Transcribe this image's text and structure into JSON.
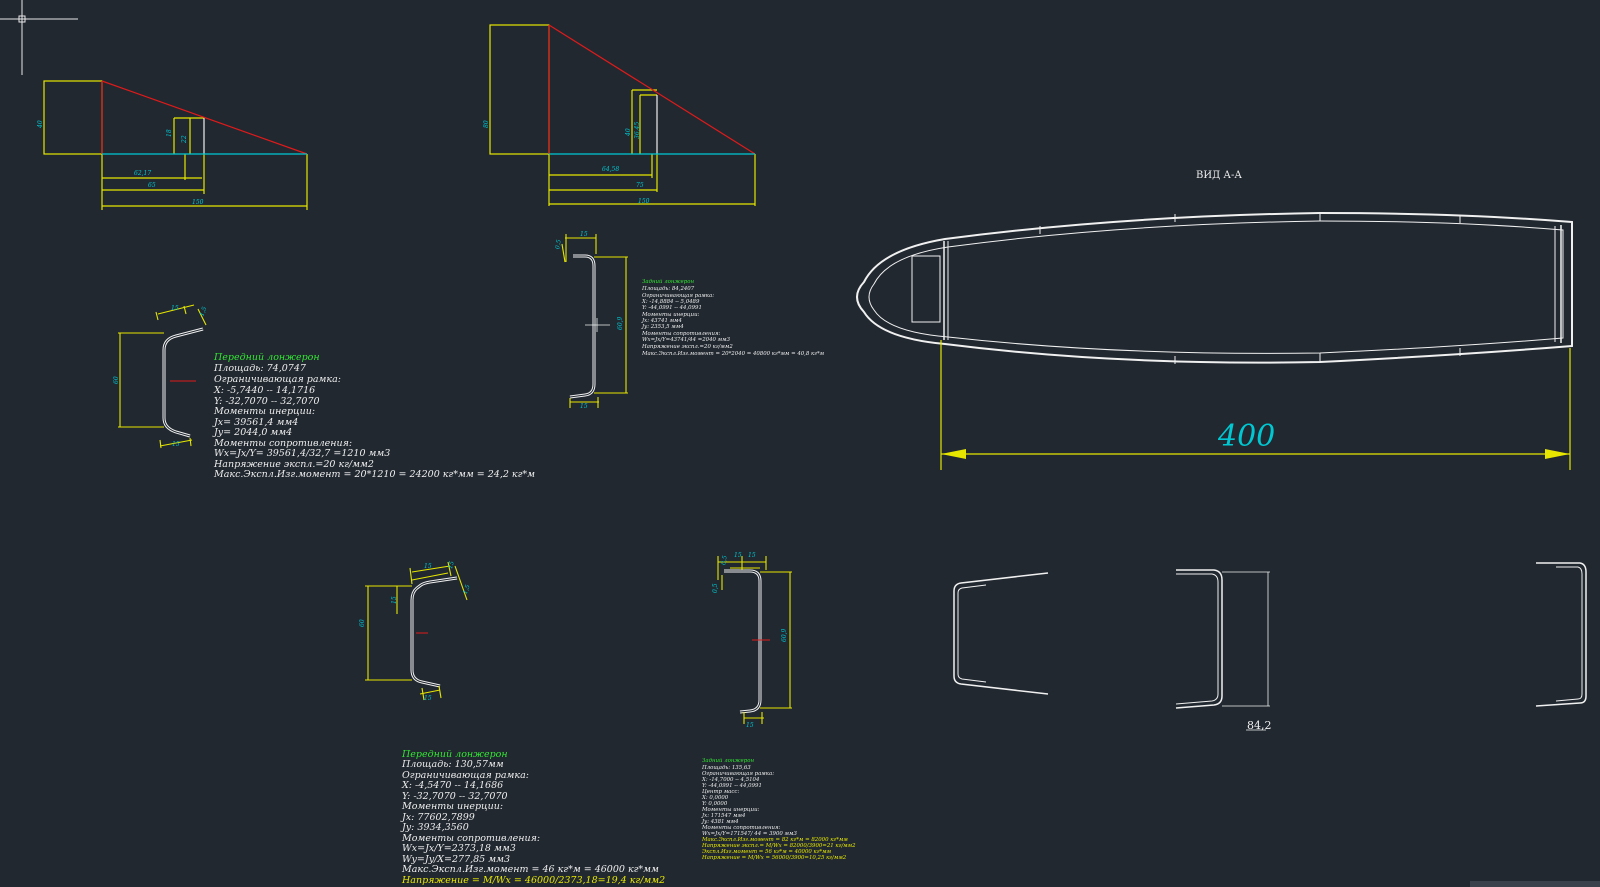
{
  "colors": {
    "background": "#212830",
    "dim_yellow": "#e6e600",
    "red": "#e01a1a",
    "cyan": "#00c8d2",
    "white": "#f0f0f0",
    "green": "#33e633",
    "text_white": "#eeeeee",
    "text_yellow": "#e8e800"
  },
  "cursor": {
    "icon": "crosshair-cursor-icon"
  },
  "diagram1": {
    "dim_height": "40",
    "dim_inner_a": "18",
    "dim_inner_b": "22",
    "dim_x1": "62,17",
    "dim_x2": "65",
    "dim_total": "150"
  },
  "diagram2": {
    "dim_height": "80",
    "dim_inner_a": "40",
    "dim_inner_b": "36,45",
    "dim_x1": "64,58",
    "dim_x2": "75",
    "dim_total": "150"
  },
  "view_label": "ВИД А-А",
  "main_dimension": "400",
  "bottom_dimension": "84,2",
  "profile1": {
    "dim_top": "15",
    "dim_corner": "1,5",
    "dim_height": "60",
    "dim_bottom": "15"
  },
  "profile2": {
    "dim_top_a": "0,5",
    "dim_top_b": "15",
    "dim_height": "60,9",
    "dim_bottom": "15"
  },
  "profile3": {
    "dim_top_a": "15",
    "dim_top_b": "15",
    "dim_corner": "1,5",
    "dim_height": "60",
    "dim_inner": "15",
    "dim_bottom": "15"
  },
  "profile4": {
    "dim_top_a": "0,5",
    "dim_top_b": "15",
    "dim_top_c": "15",
    "dim_side": "0,5",
    "dim_height": "60,9",
    "dim_bottom": "15"
  },
  "note1": {
    "title": "Передний лонжерон",
    "lines": [
      "Площадь: 74,0747",
      "Ограничивающая рамка:",
      "X: -5,7440  --  14,1716",
      "Y: -32,7070  --  32,7070",
      "Моменты инерции:",
      "Jx= 39561,4 мм4",
      "Jy= 2044,0 мм4",
      "Моменты сопротивления:",
      "Wx=Jx/Y= 39561,4/32,7 =1210 мм3",
      "Напряжение экспл.=20 кг/мм2",
      "Макс.Экспл.Изг.момент = 20*1210 = 24200 кг*мм = 24,2 кг*м"
    ]
  },
  "note2": {
    "title": "Задний лонжерон",
    "lines": [
      "Площадь:    84,2407",
      "Ограничивающая рамка:",
      "X: -14,8884  --  5,0489",
      "Y: -44,0991  --  44,0991",
      "Моменты инерции:",
      "Jx: 43741 мм4",
      "Jy: 2353,5 мм4",
      "Моменты сопротивления:",
      "Wx=Jx/Y=43741/44 =2040 мм3",
      "Напряжение экспл.=20 кг/мм2",
      "Макс.Экспл.Изг.момент = 20*2040 = 40800 кг*мм = 40,8 кг*м"
    ]
  },
  "note3": {
    "title": "Передний лонжерон",
    "lines": [
      "Площадь:  130,57мм",
      "Ограничивающая рамка:",
      "X: -4,5470  --  14,1686",
      "Y: -32,7070  --  32,7070",
      "Моменты инерции:",
      " Jx: 77602,7899",
      "Jy: 3934,3560",
      "Моменты сопротивления:",
      "Wx=Jx/Y=2373,18 мм3",
      "Wy=Jy/X=277,85 мм3",
      "Макс.Экспл.Изг.момент = 46 кг*м = 46000 кг*мм"
    ],
    "stress_line": "Напряжение = M/Wx = 46000/2373,18=19,4 кг/мм2"
  },
  "note4": {
    "title": "Задний лонжерон",
    "lines": [
      "Площадь:    135,63",
      "Ограничивающая рамка:",
      "X: -14,7000  --  4,5104",
      "Y: -44,0991  --  44,0991",
      "Центр масс:",
      "X: 0,0000",
      "Y: 0,0000",
      "Моменты инерции:",
      "Jx: 171547 мм4",
      "Jy: 4381 мм4",
      "Моменты сопротивления:",
      "Wx=Jx/Y=171547/ 44 = 3900 мм3"
    ],
    "yellow_lines": [
      "Макс.Экспл.Изг.момент = 82 кг*м = 82000 кг*мм",
      "Напряжение экспл.= M/Wx = 82000/3900=21 кг/мм2",
      "Экспл.Изг.момент = 56 кг*м = 40000 кг*мм",
      "Напряжение = M/Wx = 56000/3900=10,25 кг/мм2"
    ]
  }
}
